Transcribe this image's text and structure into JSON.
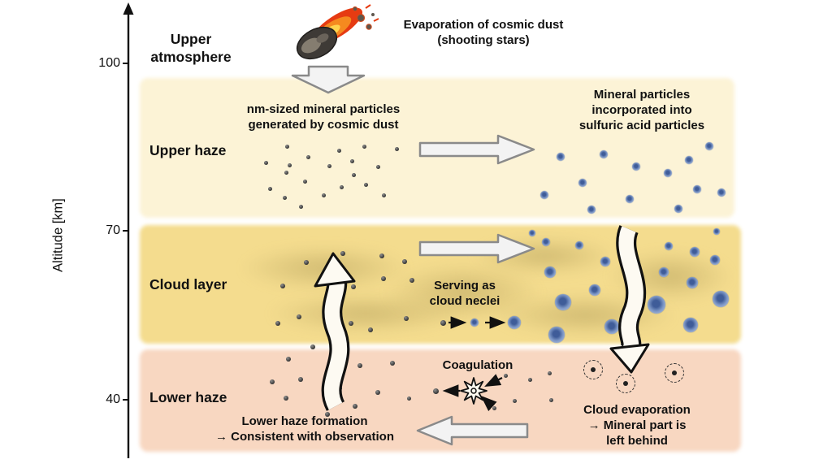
{
  "axis": {
    "label": "Altitude [km]",
    "ticks": [
      {
        "value": "100"
      },
      {
        "value": "70"
      },
      {
        "value": "40"
      }
    ]
  },
  "header": {
    "upper_atmosphere_line1": "Upper",
    "upper_atmosphere_line2": "atmosphere",
    "evaporation_line1": "Evaporation of cosmic dust",
    "evaporation_line2": "(shooting stars)"
  },
  "bands": [
    {
      "id": "upper_haze",
      "label": "Upper haze",
      "color": "#FCF3D6"
    },
    {
      "id": "cloud_layer",
      "label": "Cloud layer",
      "color": "#F4DC8E"
    },
    {
      "id": "lower_haze",
      "label": "Lower haze",
      "color": "#F8D7C1"
    }
  ],
  "annotations": {
    "nm_sized_line1": "nm-sized mineral particles",
    "nm_sized_line2": "generated by cosmic dust",
    "mineral_line1": "Mineral particles",
    "mineral_line2": "incorporated into",
    "mineral_line3": "sulfuric acid particles",
    "serving_line1": "Serving as",
    "serving_line2": "cloud neclei",
    "coagulation": "Coagulation",
    "cloud_evap_line1": "Cloud evaporation",
    "cloud_evap_line2": "→ Mineral part is",
    "cloud_evap_line3": "left behind",
    "lower_formation_line1": "Lower haze formation",
    "lower_formation_line2": "→ Consistent with observation"
  },
  "colors": {
    "blue_particle": "#7d97c6",
    "blue_particle_core": "#3f5c99",
    "dark_particle": "#3c3c3c",
    "block_arrow_fill": "#f3f3f3",
    "block_arrow_stroke": "#8a8a8a",
    "wavy_arrow_fill": "#fdfaf2",
    "flame_red": "#e63b12",
    "flame_orange": "#f58a1f",
    "flame_yellow": "#ffd34d"
  },
  "particles": {
    "dark": [
      [
        353,
        180,
        2.5
      ],
      [
        327,
        200,
        2.5
      ],
      [
        356,
        203,
        2.5
      ],
      [
        379,
        193,
        2.5
      ],
      [
        417,
        185,
        2.5
      ],
      [
        448,
        180,
        2.5
      ],
      [
        433,
        198,
        2.5
      ],
      [
        405,
        204,
        2.5
      ],
      [
        488,
        183,
        2.5
      ],
      [
        465,
        205,
        2.5
      ],
      [
        352,
        212,
        2.5
      ],
      [
        375,
        223,
        2.5
      ],
      [
        332,
        232,
        2.5
      ],
      [
        350,
        243,
        2.5
      ],
      [
        398,
        240,
        2.5
      ],
      [
        420,
        230,
        2.5
      ],
      [
        450,
        227,
        2.5
      ],
      [
        472,
        240,
        2.5
      ],
      [
        370,
        254,
        2.5
      ],
      [
        435,
        215,
        2.5
      ],
      [
        377,
        323,
        3
      ],
      [
        422,
        312,
        3
      ],
      [
        470,
        315,
        3
      ],
      [
        472,
        343,
        3
      ],
      [
        435,
        353,
        3
      ],
      [
        348,
        352,
        3
      ],
      [
        342,
        398,
        3
      ],
      [
        368,
        390,
        3
      ],
      [
        432,
        398,
        3
      ],
      [
        456,
        406,
        3
      ],
      [
        507,
        345,
        3
      ],
      [
        500,
        392,
        3
      ],
      [
        498,
        322,
        3
      ],
      [
        355,
        442,
        3
      ],
      [
        370,
        467,
        3
      ],
      [
        443,
        450,
        3
      ],
      [
        483,
        447,
        3
      ],
      [
        418,
        478,
        3
      ],
      [
        465,
        483,
        3
      ],
      [
        352,
        490,
        3
      ],
      [
        403,
        510,
        3
      ],
      [
        437,
        500,
        3
      ],
      [
        335,
        470,
        3
      ],
      [
        385,
        427,
        3
      ],
      [
        545,
        397,
        3.5
      ],
      [
        536,
        481,
        3.5
      ],
      [
        503,
        490,
        2.5
      ],
      [
        622,
        462,
        2.5
      ],
      [
        652,
        467,
        2.5
      ],
      [
        676,
        459,
        2.5
      ],
      [
        633,
        493,
        2.5
      ],
      [
        678,
        492,
        2.5
      ],
      [
        608,
        502,
        2.5
      ]
    ],
    "blue": [
      [
        690,
        193,
        5
      ],
      [
        743,
        190,
        5
      ],
      [
        783,
        205,
        5
      ],
      [
        873,
        180,
        5
      ],
      [
        848,
        197,
        5
      ],
      [
        822,
        213,
        5
      ],
      [
        717,
        225,
        5
      ],
      [
        670,
        240,
        5
      ],
      [
        775,
        245,
        5
      ],
      [
        858,
        233,
        5
      ],
      [
        888,
        237,
        5
      ],
      [
        728,
        258,
        5
      ],
      [
        835,
        257,
        5
      ],
      [
        655,
        287,
        4
      ],
      [
        672,
        298,
        5
      ],
      [
        713,
        302,
        5
      ],
      [
        745,
        322,
        6
      ],
      [
        677,
        335,
        7
      ],
      [
        693,
        372,
        10
      ],
      [
        732,
        357,
        7
      ],
      [
        685,
        412,
        10
      ],
      [
        753,
        402,
        9
      ],
      [
        823,
        303,
        5
      ],
      [
        855,
        310,
        6
      ],
      [
        882,
        285,
        4
      ],
      [
        880,
        320,
        6
      ],
      [
        817,
        335,
        6
      ],
      [
        852,
        348,
        7
      ],
      [
        808,
        375,
        11
      ],
      [
        887,
        368,
        10
      ],
      [
        850,
        400,
        9
      ],
      [
        584,
        397,
        5
      ],
      [
        633,
        397,
        8
      ]
    ],
    "evaporated": [
      [
        730,
        455
      ],
      [
        770,
        472
      ],
      [
        830,
        459
      ]
    ]
  }
}
